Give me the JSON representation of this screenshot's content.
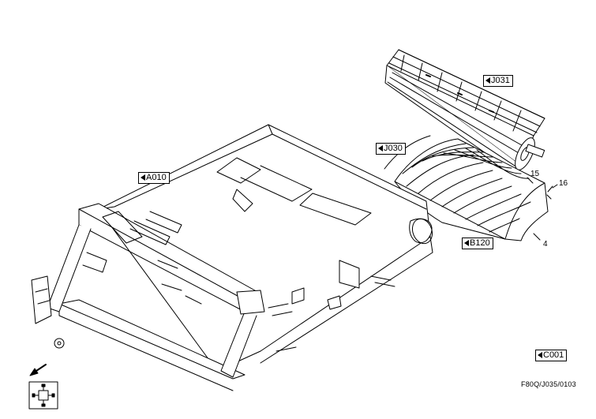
{
  "references": {
    "frame": "A010",
    "rotor": "J031",
    "rotor_cover": "J030",
    "concave": "B120",
    "chassis": "C001"
  },
  "part_numbers": {
    "p15": "15",
    "p16": "16",
    "p4": "4"
  },
  "drawing_code": "F80Q/J035/0103",
  "icons": {
    "orientation": "arrow-down-left-icon",
    "navigation": "four-way-nav-icon"
  }
}
